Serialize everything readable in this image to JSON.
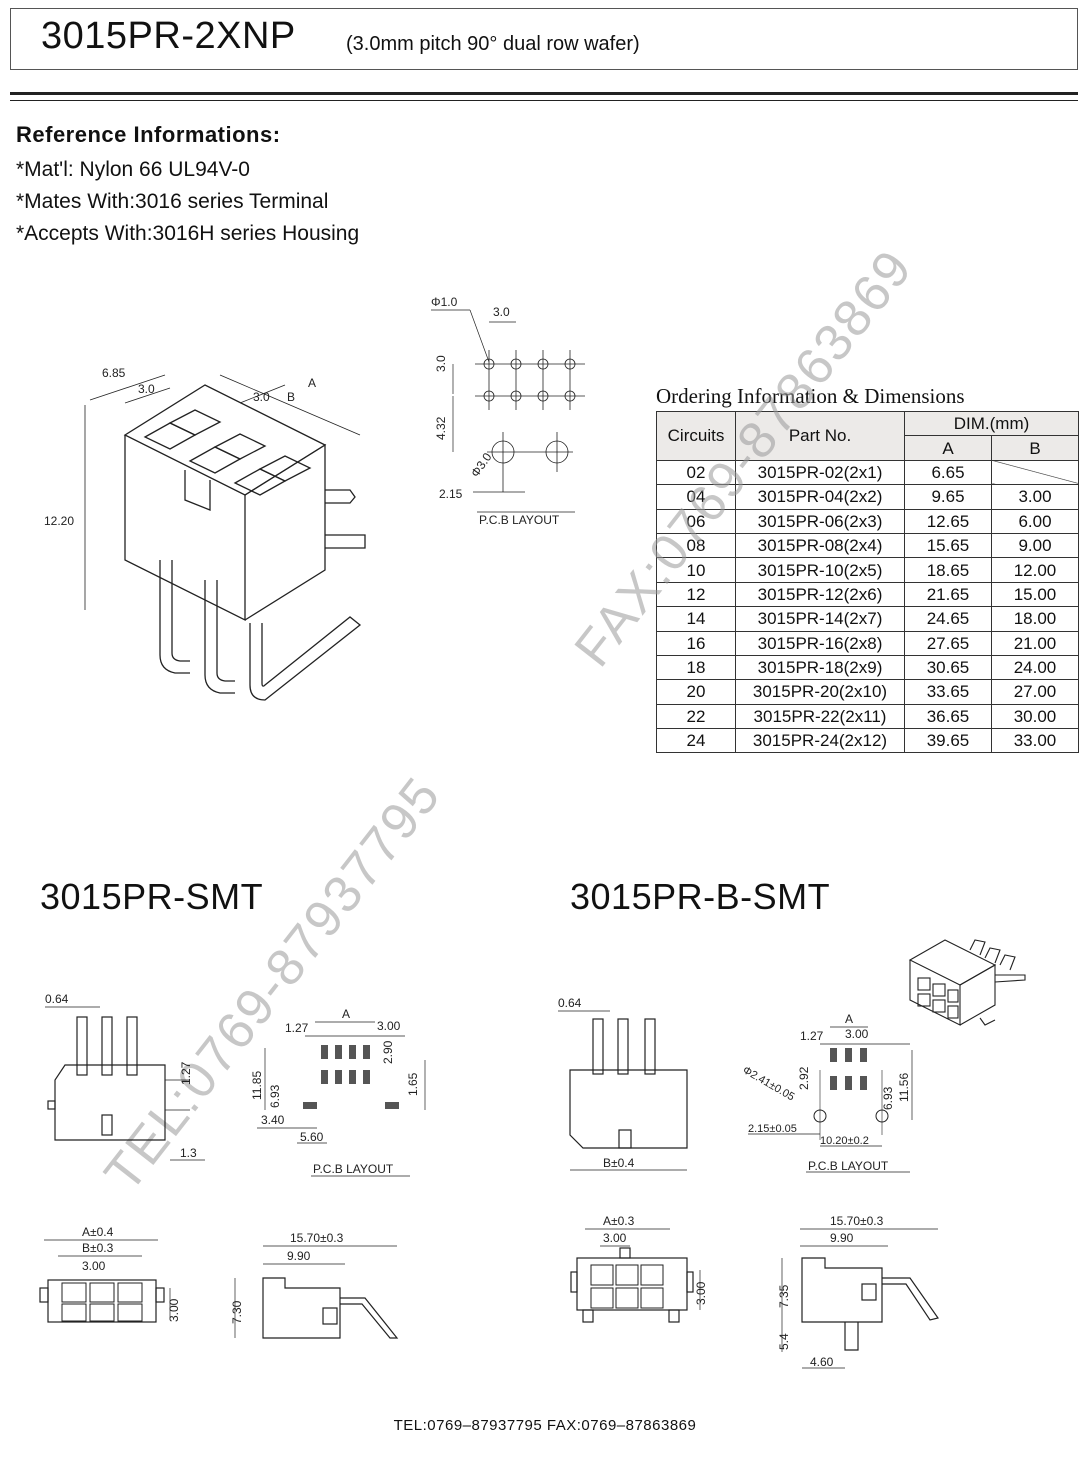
{
  "header": {
    "part_number": "3015PR-2XNP",
    "description": "(3.0mm pitch 90°  dual row wafer)"
  },
  "reference": {
    "heading": "Reference Informations:",
    "lines": [
      "*Mat'l: Nylon 66 UL94V-0",
      "*Mates With:3016 series Terminal",
      "*Accepts With:3016H series Housing"
    ]
  },
  "main_drawing": {
    "dims": [
      "6.85",
      "3.0",
      "3.0",
      "B",
      "A",
      "12.20"
    ],
    "pcb": {
      "label": "P.C.B LAYOUT",
      "dims": [
        "Φ1.0",
        "3.0",
        "3.0",
        "4.32",
        "Φ3.0",
        "2.15"
      ]
    }
  },
  "ordering": {
    "title": "Ordering Information & Dimensions",
    "headers": {
      "circuits": "Circuits",
      "part_no": "Part No.",
      "dim": "DIM.(mm)",
      "a": "A",
      "b": "B"
    },
    "rows": [
      {
        "circuits": "02",
        "part": "3015PR-02(2x1)",
        "a": "6.65",
        "b": ""
      },
      {
        "circuits": "04",
        "part": "3015PR-04(2x2)",
        "a": "9.65",
        "b": "3.00"
      },
      {
        "circuits": "06",
        "part": "3015PR-06(2x3)",
        "a": "12.65",
        "b": "6.00"
      },
      {
        "circuits": "08",
        "part": "3015PR-08(2x4)",
        "a": "15.65",
        "b": "9.00"
      },
      {
        "circuits": "10",
        "part": "3015PR-10(2x5)",
        "a": "18.65",
        "b": "12.00"
      },
      {
        "circuits": "12",
        "part": "3015PR-12(2x6)",
        "a": "21.65",
        "b": "15.00"
      },
      {
        "circuits": "14",
        "part": "3015PR-14(2x7)",
        "a": "24.65",
        "b": "18.00"
      },
      {
        "circuits": "16",
        "part": "3015PR-16(2x8)",
        "a": "27.65",
        "b": "21.00"
      },
      {
        "circuits": "18",
        "part": "3015PR-18(2x9)",
        "a": "30.65",
        "b": "24.00"
      },
      {
        "circuits": "20",
        "part": "3015PR-20(2x10)",
        "a": "33.65",
        "b": "27.00"
      },
      {
        "circuits": "22",
        "part": "3015PR-22(2x11)",
        "a": "36.65",
        "b": "30.00"
      },
      {
        "circuits": "24",
        "part": "3015PR-24(2x12)",
        "a": "39.65",
        "b": "33.00"
      }
    ]
  },
  "smt": {
    "title": "3015PR-SMT",
    "side_dims": [
      "0.64",
      "1.27",
      "1.3"
    ],
    "pcb": {
      "label": "P.C.B LAYOUT",
      "dims": [
        "A",
        "1.27",
        "3.00",
        "2.90",
        "11.85",
        "6.93",
        "1.65",
        "3.40",
        "5.60"
      ]
    },
    "front_dims": [
      "A±0.4",
      "B±0.3",
      "3.00",
      "3.00"
    ],
    "profile_dims": [
      "15.70±0.3",
      "9.90",
      "7.30"
    ]
  },
  "bsmt": {
    "title": "3015PR-B-SMT",
    "side_dims": [
      "0.64",
      "B±0.4"
    ],
    "pcb": {
      "label": "P.C.B LAYOUT",
      "dims": [
        "A",
        "1.27",
        "3.00",
        "2.92",
        "Φ2.41±0.05",
        "6.93",
        "11.56",
        "2.15±0.05",
        "10.20±0.2"
      ]
    },
    "front_dims": [
      "A±0.3",
      "3.00",
      "3.00"
    ],
    "profile_dims": [
      "15.70±0.3",
      "9.90",
      "7.35",
      "5.4",
      "4.60"
    ]
  },
  "watermarks": [
    "TEL:0769-87937795",
    "FAX:0769-87863869"
  ],
  "footer": {
    "contact": "TEL:0769–87937795   FAX:0769–87863869"
  }
}
